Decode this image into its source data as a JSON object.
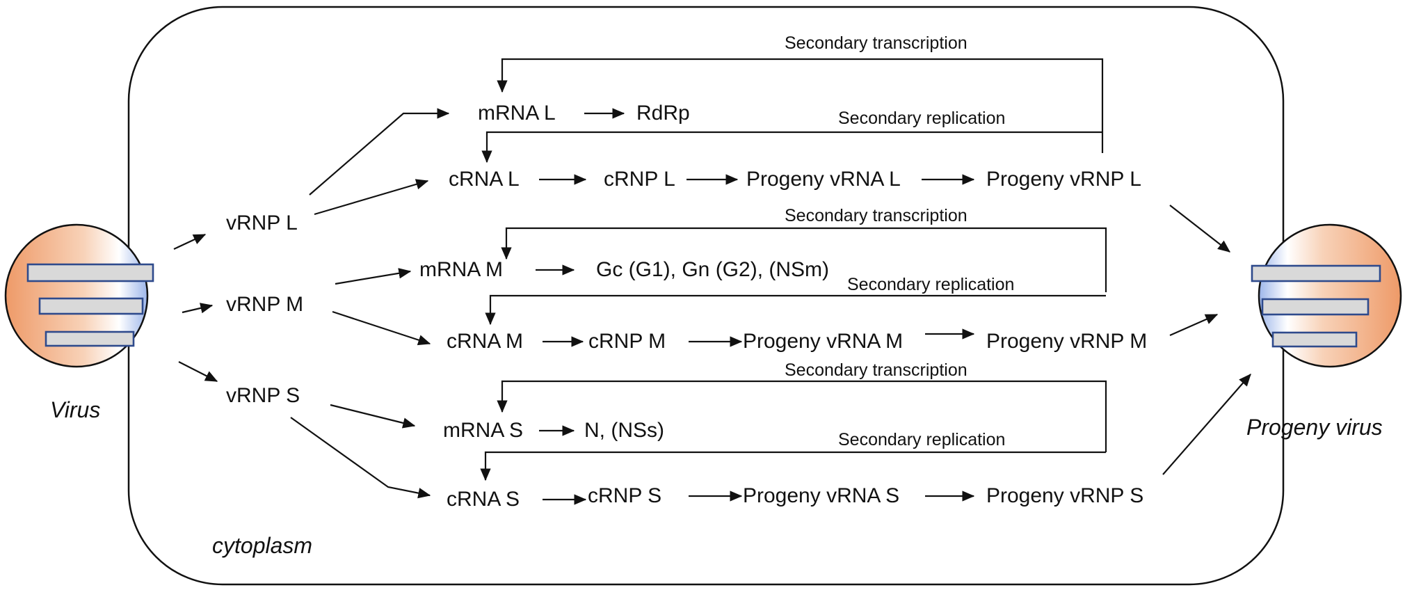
{
  "virus_label": "Virus",
  "progeny_virus_label": "Progeny virus",
  "cytoplasm_label": "cytoplasm",
  "secondary_transcription": "Secondary transcription",
  "secondary_replication": "Secondary replication",
  "vrnp": {
    "L": "vRNP  L",
    "M": "vRNP  M",
    "S": "vRNP  S"
  },
  "rows": {
    "L": {
      "mrna": "mRNA  L",
      "product": "RdRp",
      "crna": "cRNA L",
      "crnp": "cRNP  L",
      "progeny_vrna": "Progeny vRNA   L",
      "progeny_vrnp": "Progeny vRNP   L"
    },
    "M": {
      "mrna": "mRNA  M",
      "product": "Gc (G1), Gn (G2), (NSm)",
      "crna": "cRNA M",
      "crnp": "cRNP M",
      "progeny_vrna": "Progeny vRNA   M",
      "progeny_vrnp": "Progeny vRNP   M"
    },
    "S": {
      "mrna": "mRNA  S",
      "product": "N, (NSs)",
      "crna": "cRNA   S",
      "crnp": "cRNP S",
      "progeny_vrna": "Progeny vRNA   S",
      "progeny_vrnp": "Progeny vRNP   S"
    }
  },
  "colors": {
    "virus_orange": "#f0a070",
    "virus_blue": "#a8c0ec",
    "segment_fill": "#d9d9d9",
    "segment_stroke": "#2e4a8c"
  }
}
